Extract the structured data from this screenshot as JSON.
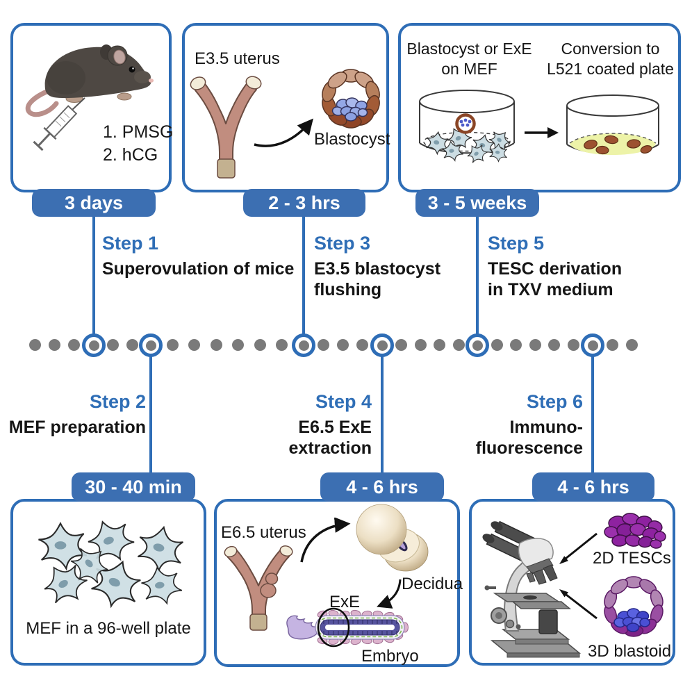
{
  "colors": {
    "accent_blue": "#2e6db6",
    "badge_blue": "#3c6fb2",
    "dot_gray": "#7a7a7a",
    "step_label_blue": "#2f6eb6"
  },
  "steps": {
    "s1": {
      "label": "Step 1",
      "desc1": "Superovulation of mice",
      "desc2": "",
      "duration": "3 days"
    },
    "s2": {
      "label": "Step 2",
      "desc1": "MEF preparation",
      "desc2": "",
      "duration": "30 - 40 min"
    },
    "s3": {
      "label": "Step 3",
      "desc1": "E3.5 blastocyst",
      "desc2": "flushing",
      "duration": "2 - 3 hrs"
    },
    "s4": {
      "label": "Step 4",
      "desc1": "E6.5 ExE",
      "desc2": "extraction",
      "duration": "4 - 6 hrs"
    },
    "s5": {
      "label": "Step 5",
      "desc1": "TESC derivation",
      "desc2": "in TXV medium",
      "duration": "3 - 5 weeks"
    },
    "s6": {
      "label": "Step 6",
      "desc1": "Immuno-",
      "desc2": "fluorescence",
      "duration": "4 - 6 hrs"
    }
  },
  "panel1": {
    "injection_list": {
      "item1": "1. PMSG",
      "item2": "2. hCG"
    }
  },
  "panel2": {
    "uterus_label": "E3.5 uterus",
    "blastocyst_label": "Blastocyst"
  },
  "panel3": {
    "left_caption_line1": "Blastocyst or ExE",
    "left_caption_line2": "on MEF",
    "right_caption_line1": "Conversion to",
    "right_caption_line2": "L521 coated plate"
  },
  "panel4": {
    "caption": "MEF in a 96-well plate"
  },
  "panel5": {
    "uterus_label": "E6.5 uterus",
    "decidua_label": "Decidua",
    "exe_label": "ExE",
    "embryo_label": "Embryo"
  },
  "panel6": {
    "tescs_label": "2D TESCs",
    "blastoid_label": "3D blastoid"
  }
}
